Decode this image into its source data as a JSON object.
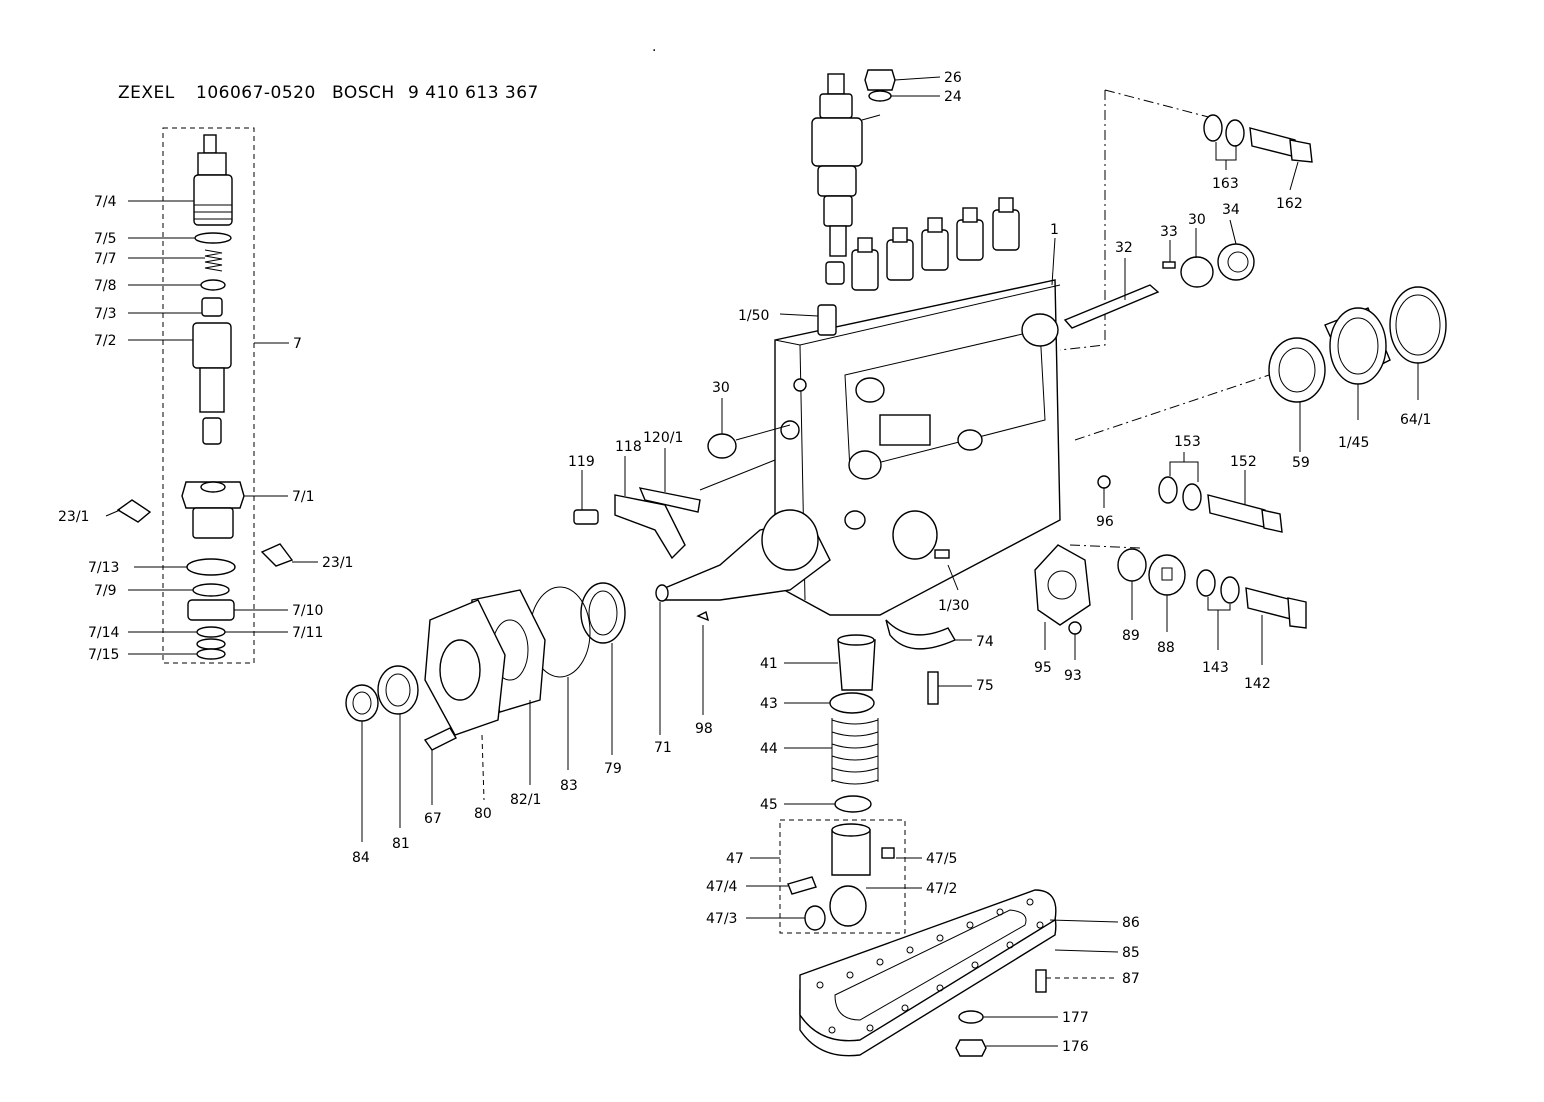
{
  "header": {
    "brand1": "ZEXEL",
    "number1": "106067-0520",
    "brand2": "BOSCH",
    "number2": "9 410 613 367"
  },
  "labels": {
    "l7_4": "7/4",
    "l7_5": "7/5",
    "l7_7": "7/7",
    "l7_8": "7/8",
    "l7_3": "7/3",
    "l7_2": "7/2",
    "l7": "7",
    "l23_1a": "23/1",
    "l7_1": "7/1",
    "l23_1b": "23/1",
    "l7_13": "7/13",
    "l7_9": "7/9",
    "l7_10": "7/10",
    "l7_14": "7/14",
    "l7_11": "7/11",
    "l7_15": "7/15",
    "l26": "26",
    "l24": "24",
    "l163": "163",
    "l162": "162",
    "l1": "1",
    "l33": "33",
    "l30a": "30",
    "l34": "34",
    "l32": "32",
    "l1_50": "1/50",
    "l30b": "30",
    "l120_1": "120/1",
    "l118": "118",
    "l119": "119",
    "l59": "59",
    "l1_45": "1/45",
    "l64_1": "64/1",
    "l153": "153",
    "l152": "152",
    "l96": "96",
    "l89": "89",
    "l88": "88",
    "l143": "143",
    "l142": "142",
    "l1_30": "1/30",
    "l74": "74",
    "l95": "95",
    "l93": "93",
    "l75": "75",
    "l41": "41",
    "l43": "43",
    "l44": "44",
    "l45": "45",
    "l47": "47",
    "l47_5": "47/5",
    "l47_4": "47/4",
    "l47_2": "47/2",
    "l47_3": "47/3",
    "l86": "86",
    "l85": "85",
    "l87": "87",
    "l177": "177",
    "l176": "176",
    "l71": "71",
    "l98": "98",
    "l79": "79",
    "l83": "83",
    "l82_1": "82/1",
    "l80": "80",
    "l67": "67",
    "l81": "81",
    "l84": "84"
  }
}
